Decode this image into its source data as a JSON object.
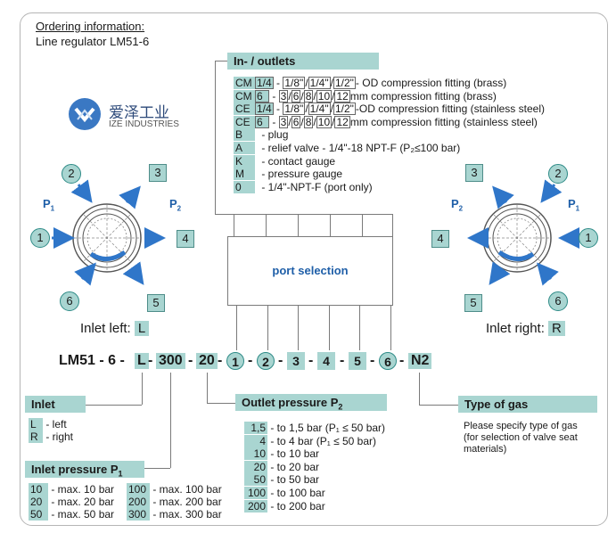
{
  "header": {
    "ordering_info": "Ordering information:",
    "product_line": "Line regulator LM51-6"
  },
  "logo": {
    "chinese": "爱泽工业",
    "english": "IZE INDUSTRIES"
  },
  "inlets_outlets": {
    "title": "In- / outlets",
    "rows": [
      {
        "code": "CM",
        "sizes": [
          "1/4",
          "1/8\"",
          "1/4\"",
          "1/2\""
        ],
        "text": "- OD compression fitting (brass)"
      },
      {
        "code": "CM",
        "sizes": [
          "6",
          "3",
          "6",
          "8",
          "10",
          "12"
        ],
        "text": "mm compression fitting (brass)"
      },
      {
        "code": "CE",
        "sizes": [
          "1/4",
          "1/8\"",
          "1/4\"",
          "1/2\""
        ],
        "text": "-OD compression fitting (stainless steel)"
      },
      {
        "code": "CE",
        "sizes": [
          "6",
          "3",
          "6",
          "8",
          "10",
          "12"
        ],
        "text": "mm compression fitting (stainless steel)"
      },
      {
        "code": "B",
        "text": "- plug"
      },
      {
        "code": "A",
        "text": "- relief valve - 1/4\"-18 NPT-F (P₂≤100 bar)"
      },
      {
        "code": "K",
        "text": "- contact gauge"
      },
      {
        "code": "M",
        "text": "- pressure gauge"
      },
      {
        "code": "0",
        "text": "- 1/4\"-NPT-F (port only)"
      }
    ]
  },
  "port_selection": "port selection",
  "left_diagram": {
    "p1": "P",
    "p1_sub": "1",
    "p2": "P",
    "p2_sub": "2",
    "ports": [
      "1",
      "2",
      "3",
      "4",
      "5",
      "6"
    ],
    "caption": "Inlet left:",
    "caption_code": "L"
  },
  "right_diagram": {
    "p1": "P",
    "p1_sub": "1",
    "p2": "P",
    "p2_sub": "2",
    "ports": [
      "1",
      "2",
      "3",
      "4",
      "5",
      "6"
    ],
    "caption": "Inlet right:",
    "caption_code": "R"
  },
  "model_code": {
    "prefix": "LM51 - 6 -",
    "inlet": "L",
    "pressure": "300",
    "outlet_pressure": "20",
    "ports": [
      "1",
      "2",
      "3",
      "4",
      "5",
      "6"
    ],
    "gas": "N2",
    "dash": "-"
  },
  "inlet": {
    "title": "Inlet",
    "rows": [
      {
        "code": "L",
        "text": "- left"
      },
      {
        "code": "R",
        "text": "- right"
      }
    ]
  },
  "inlet_pressure": {
    "title": "Inlet pressure P",
    "title_sub": "1",
    "rows": [
      {
        "code": "10",
        "text": "- max. 10 bar"
      },
      {
        "code": "20",
        "text": "- max. 20 bar"
      },
      {
        "code": "50",
        "text": "- max. 50 bar"
      },
      {
        "code": "100",
        "text": "- max. 100 bar"
      },
      {
        "code": "200",
        "text": "- max. 200 bar"
      },
      {
        "code": "300",
        "text": "- max. 300 bar"
      }
    ]
  },
  "outlet_pressure": {
    "title": "Outlet pressure P",
    "title_sub": "2",
    "rows": [
      {
        "code": "1,5",
        "text": "- to 1,5 bar (P₁ ≤ 50 bar)"
      },
      {
        "code": "4",
        "text": "- to 4 bar (P₁ ≤ 50 bar)"
      },
      {
        "code": "10",
        "text": "- to 10 bar"
      },
      {
        "code": "20",
        "text": "- to 20 bar"
      },
      {
        "code": "50",
        "text": "- to 50 bar"
      },
      {
        "code": "100",
        "text": "- to 100 bar"
      },
      {
        "code": "200",
        "text": "- to 200 bar"
      }
    ]
  },
  "type_of_gas": {
    "title": "Type of gas",
    "text_1": "Please specify type of gas",
    "text_2": "(for selection of valve seat",
    "text_3": "materials)"
  },
  "colors": {
    "accent": "#a9d5d1",
    "arrow": "#2f76c9",
    "text_blue": "#1f5fa8"
  }
}
